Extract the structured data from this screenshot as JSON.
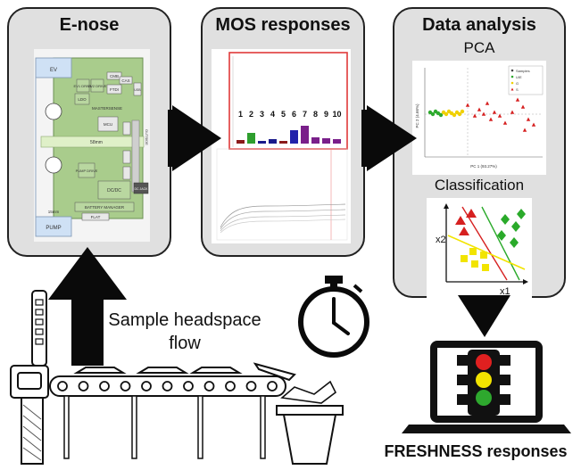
{
  "panels": {
    "enose": {
      "title": "E-nose",
      "board": {
        "ev": "EV",
        "ev1": "EV1 DRIVE",
        "ev2": "EV2 DRIVE",
        "cmb": "CMB",
        "cas": "CAS",
        "ftdi": "FTDI",
        "usb": "USB",
        "ldo": "LDO",
        "mastersense": "MASTERSENSE",
        "mcu": "MCU",
        "pump_drive": "PUMP DRIVE",
        "dcdc": "DC/DC",
        "battery_manager": "BATTERY MANAGER",
        "flat": "FLAT",
        "pump": "PUMP",
        "dim1": "58mm",
        "dim2": "15mm",
        "outside": "OUTSIDE",
        "dc_jack": "DC JACK"
      }
    },
    "mos": {
      "title": "MOS responses",
      "sensor_labels": [
        "1",
        "2",
        "3",
        "4",
        "5",
        "6",
        "7",
        "8",
        "9",
        "10"
      ]
    },
    "analysis": {
      "title": "Data analysis",
      "pca_title": "PCA",
      "classification_title": "Classification",
      "pca": {
        "xlabel": "PC 1 (93.27%)",
        "ylabel": "PC 2 (4.66%)",
        "legend": [
          "Samples",
          "U/E",
          "G",
          "S"
        ]
      },
      "classification": {
        "xlabel": "x1",
        "ylabel": "x2"
      }
    }
  },
  "labels": {
    "flow": [
      "Sample headspace",
      "flow"
    ],
    "freshness": "FRESHNESS responses"
  },
  "colors": {
    "panel_bg": "#e0e0e0",
    "board_green": "#a9cc8c",
    "board_blue": "#cfe1f5",
    "mos_box_border": "#e03a3a",
    "bar_green": "#2e9e2e",
    "bar_purple": "#7a1f8a",
    "traffic_red": "#e02020",
    "traffic_yellow": "#f2e400",
    "traffic_green": "#2ea82e"
  }
}
